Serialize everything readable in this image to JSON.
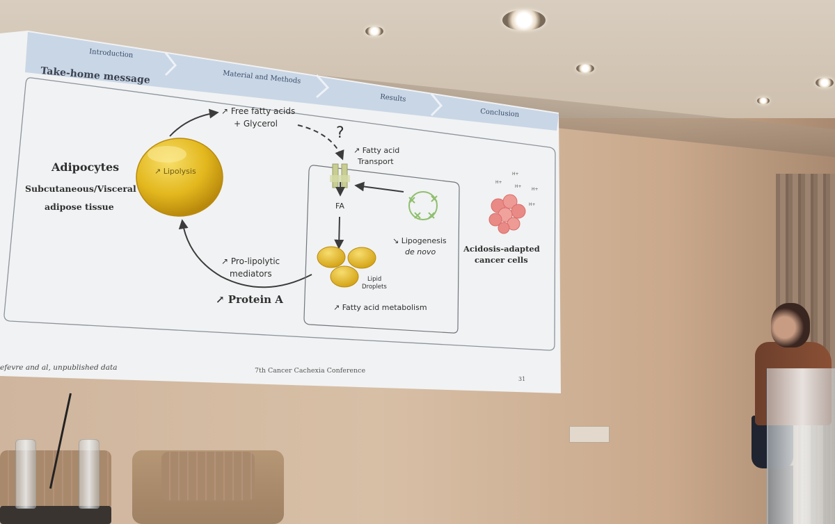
{
  "slide": {
    "nav_tabs": [
      "Introduction",
      "Material and Methods",
      "Results",
      "Conclusion"
    ],
    "heading": "Take-home message",
    "adipocytes_title": "Adipocytes",
    "tissue_line1": "Subcutaneous/Visceral",
    "tissue_line2": "adipose tissue",
    "lipolysis_label": "↗ Lipolysis",
    "ffa_line1": "↗ Free fatty acids",
    "ffa_line2": "+ Glycerol",
    "question_mark": "?",
    "transport_line1": "↗ Fatty acid",
    "transport_line2": "Transport",
    "fa_label": "FA",
    "lipogenesis_line1": "↘ Lipogenesis",
    "lipogenesis_line2": "de novo",
    "lipid_line1": "Lipid",
    "lipid_line2": "Droplets",
    "metabolism_label": "↗ Fatty acid metabolism",
    "prolipolytic_line1": "↗ Pro-lipolytic",
    "prolipolytic_line2": "mediators",
    "protein_label": "↗ Protein A",
    "acidosis_line1": "Acidosis-adapted",
    "acidosis_line2": "cancer cells",
    "h_plus": "H+",
    "footer_left": "efevre and al, unpublished data",
    "footer_center": "7th Cancer Cachexia Conference",
    "page_number": "31"
  },
  "colors": {
    "nav_bar": "#c9d6e6",
    "adipocyte_fill": "#e3b81e",
    "lipid_fill": "#e7bd2b",
    "arrow": "#3b3b3b",
    "cancer_cells": "#e98a86",
    "lipogenesis_icon": "#8fbf6e"
  }
}
